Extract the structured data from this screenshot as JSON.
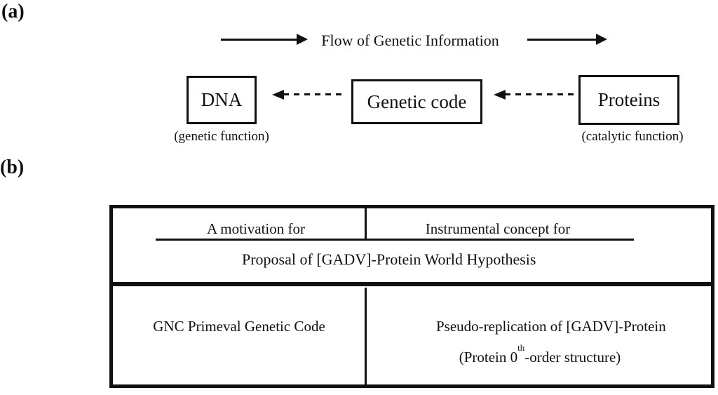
{
  "colors": {
    "ink": "#111111",
    "background": "#ffffff"
  },
  "panel_a": {
    "label": "(a)",
    "flow_title": "Flow of Genetic Information",
    "icons": {
      "flow_left": "arrow-right",
      "flow_right": "arrow-right",
      "feedback_to_dna": "dashed-arrow-left",
      "feedback_to_code": "dashed-arrow-left"
    },
    "boxes": {
      "dna": {
        "label": "DNA",
        "caption": "(genetic function)"
      },
      "genetic_code": {
        "label": "Genetic code"
      },
      "proteins": {
        "label": "Proteins",
        "caption": "(catalytic function)"
      }
    }
  },
  "panel_b": {
    "label": "(b)",
    "table": {
      "header_left": "A motivation for",
      "header_right": "Instrumental concept for",
      "proposal": "Proposal of [GADV]-Protein World Hypothesis",
      "cell_left": "GNC Primeval Genetic Code",
      "cell_right_line1": "Pseudo-replication of [GADV]-Protein",
      "cell_right_line2": {
        "prefix": "(Protein 0",
        "superscript": "th",
        "suffix": "-order structure)"
      }
    }
  }
}
